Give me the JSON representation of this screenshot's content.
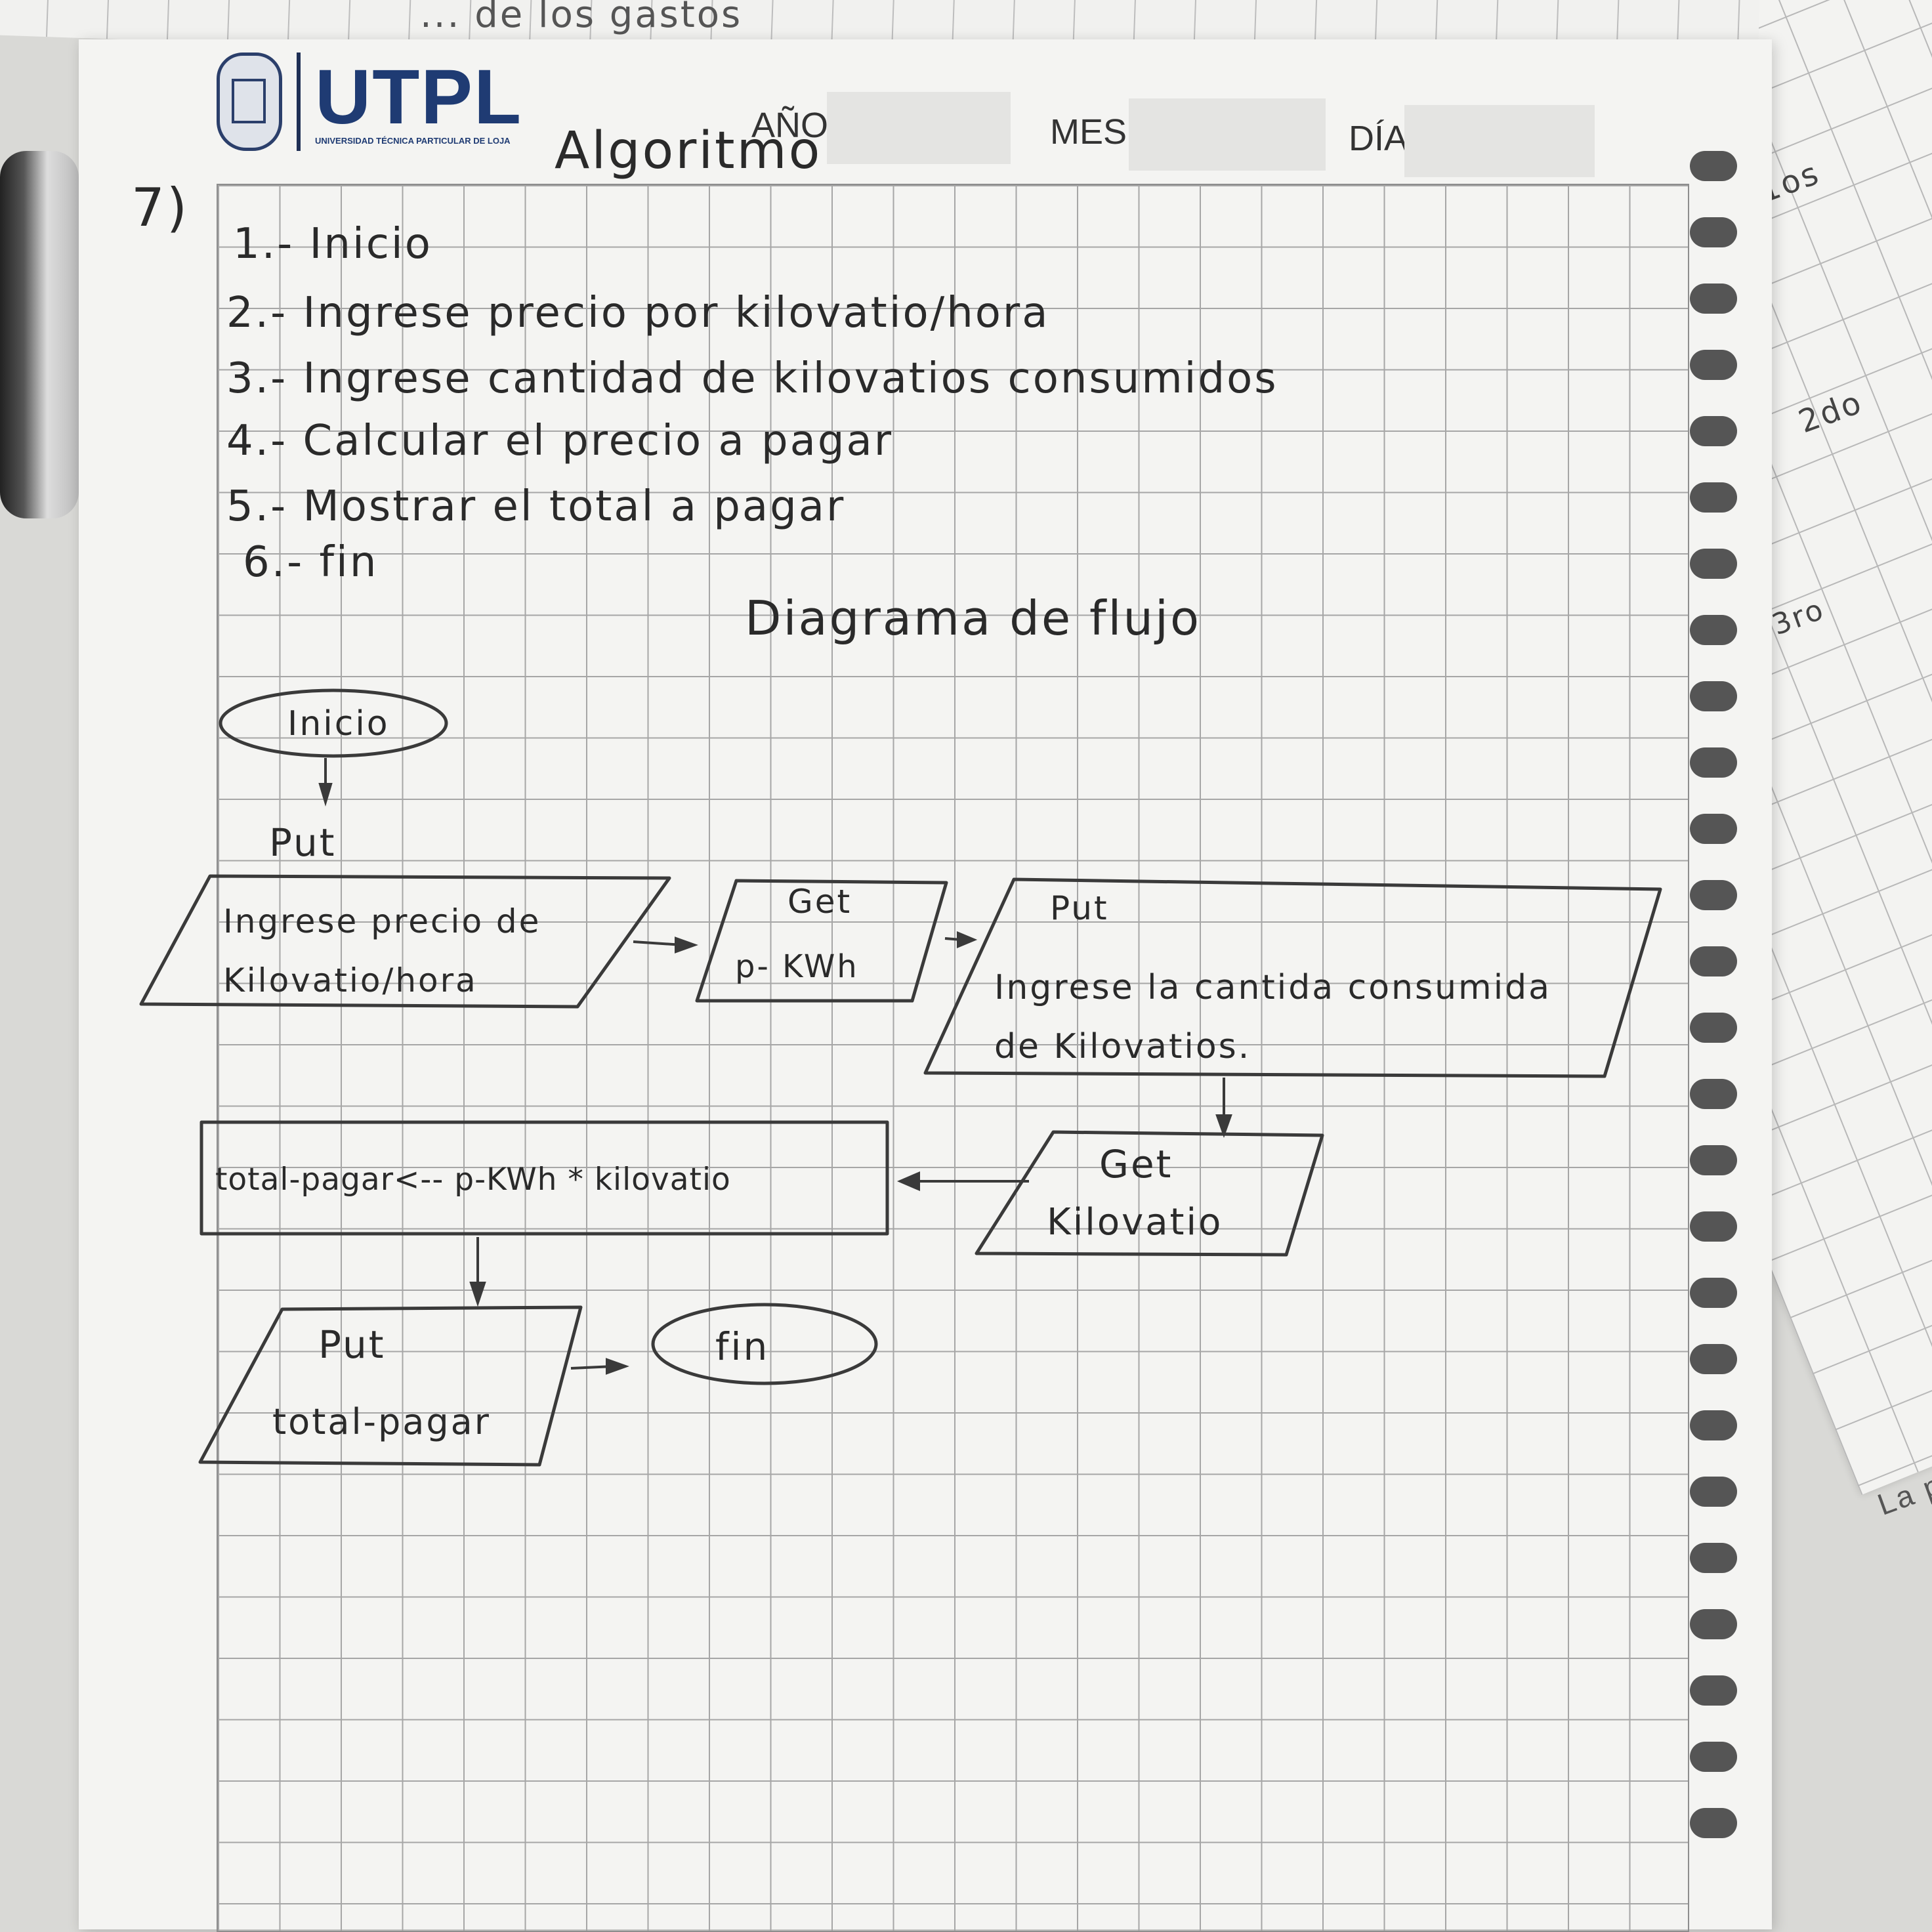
{
  "header": {
    "brand": "UTPL",
    "brand_sub": "UNIVERSIDAD TÉCNICA PARTICULAR DE LOJA",
    "year_label": "AÑO",
    "month_label": "MES",
    "day_label": "DÍA"
  },
  "exercise_number": "7)",
  "algorithm": {
    "title": "Algoritmo",
    "steps": [
      "1.- Inicio",
      "2.- Ingrese precio por kilovatio/hora",
      "3.- Ingrese cantidad de kilovatios consumidos",
      "4.- Calcular el precio a pagar",
      "5.- Mostrar el total a pagar",
      "6.- fin"
    ]
  },
  "flowchart": {
    "title": "Diagrama de flujo",
    "start": "Inicio",
    "put_label": "Put",
    "input1_prompt": [
      "Ingrese precio de",
      "Kilovatio/hora"
    ],
    "get_label": "Get",
    "get1_var": "p- KWh",
    "input2_prompt": [
      "Ingrese la cantida consumida",
      "de Kilovatios."
    ],
    "get2_var": "Kilovatio",
    "process": "total-pagar<-- p-KWh * kilovatio",
    "output_var": "total-pagar",
    "end": "fin"
  },
  "background_notes": {
    "top_scribble": "... de    los gastos",
    "side_1": "1os",
    "side_2": "2do",
    "side_3": "3ro",
    "side_4": "La p"
  }
}
